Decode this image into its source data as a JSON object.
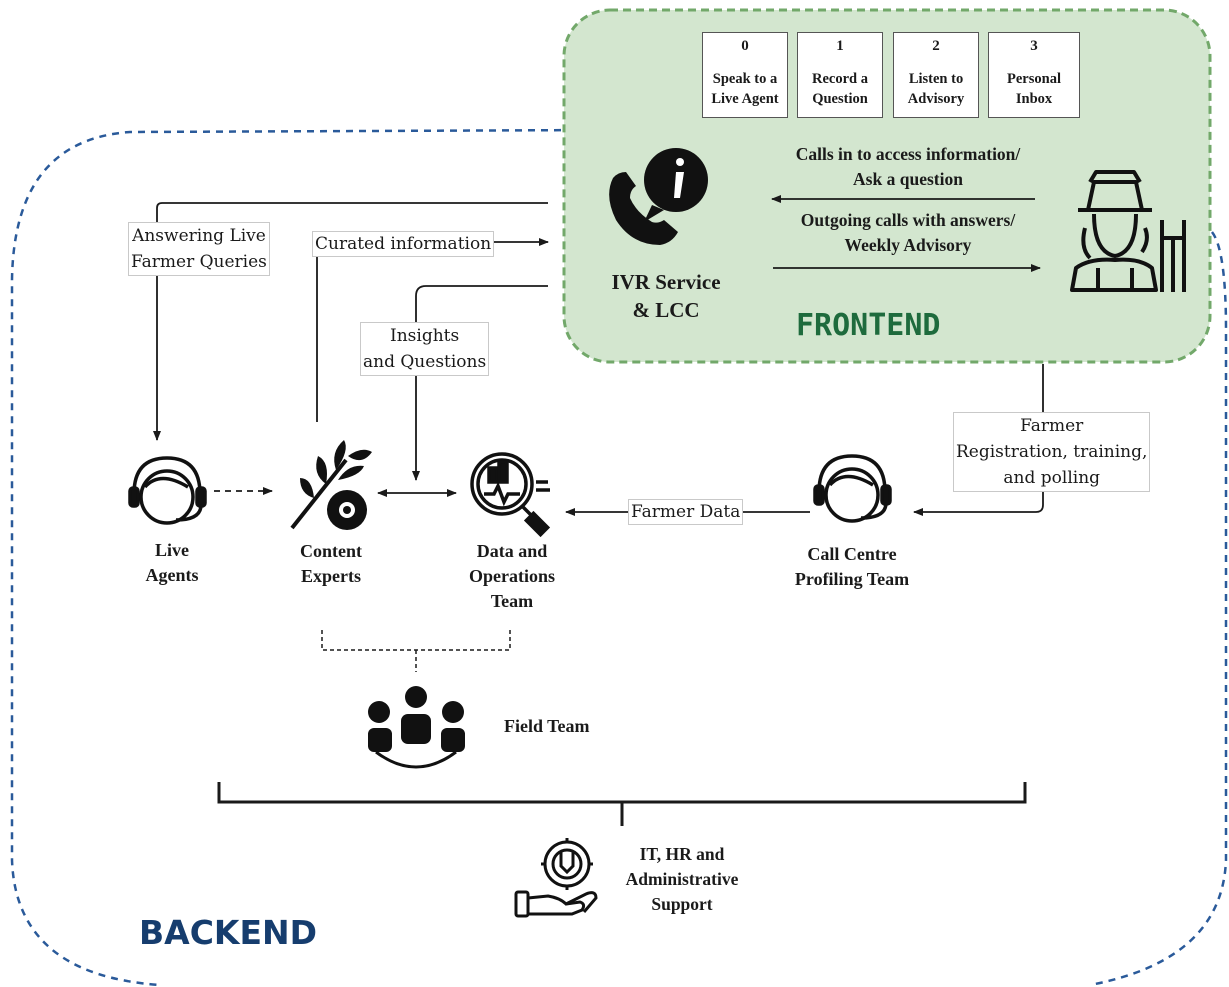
{
  "frontend": {
    "title": "FRONTEND",
    "ivr_service": "IVR Service\n& LCC",
    "calls_in": "Calls in to access information/\nAsk a question",
    "outgoing": "Outgoing calls with answers/\nWeekly Advisory",
    "menu": [
      {
        "key": "0",
        "label": "Speak to a\nLive Agent"
      },
      {
        "key": "1",
        "label": "Record a\nQuestion"
      },
      {
        "key": "2",
        "label": "Listen to\nAdvisory"
      },
      {
        "key": "3",
        "label": "Personal\nInbox"
      }
    ]
  },
  "backend": {
    "title": "BACKEND",
    "roles": {
      "live_agents": "Live\nAgents",
      "content_experts": "Content\nExperts",
      "data_ops": "Data and\nOperations\nTeam",
      "call_centre": "Call Centre\nProfiling Team",
      "field_team": "Field Team",
      "it_hr": "IT, HR and\nAdministrative\nSupport"
    },
    "flows": {
      "answering_live": "Answering Live\nFarmer Queries",
      "curated": "Curated information",
      "insights": "Insights\nand Questions",
      "farmer_data": "Farmer Data",
      "farmer_registration": "Farmer\nRegistration, training,\nand polling"
    }
  },
  "colors": {
    "frontend_fill": "#d3e6cf",
    "frontend_border": "#72a86a",
    "frontend_title": "#1e6b3d",
    "backend_border": "#2a5a9a",
    "backend_title": "#163d6e"
  }
}
